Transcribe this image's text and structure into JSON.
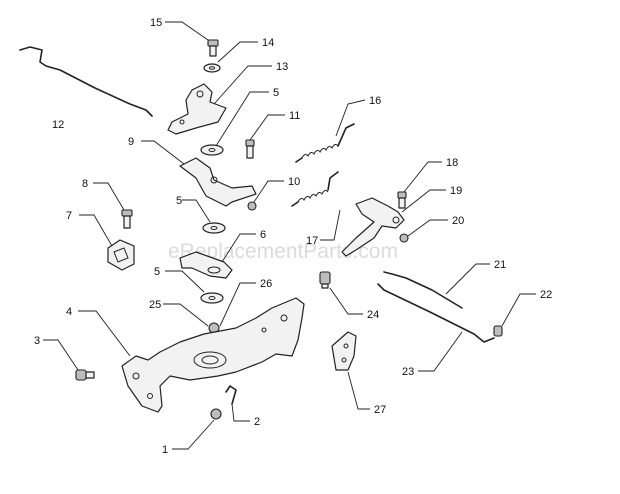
{
  "watermark": "eReplacementParts.com",
  "callouts": {
    "c1": "1",
    "c2": "2",
    "c3": "3",
    "c4": "4",
    "c5a": "5",
    "c5b": "5",
    "c5c": "5",
    "c6": "6",
    "c7": "7",
    "c8": "8",
    "c9": "9",
    "c10": "10",
    "c11": "11",
    "c12": "12",
    "c13": "13",
    "c14": "14",
    "c15": "15",
    "c16": "16",
    "c17": "17",
    "c18": "18",
    "c19": "19",
    "c20": "20",
    "c21": "21",
    "c22": "22",
    "c23": "23",
    "c24": "24",
    "c25": "25",
    "c26": "26",
    "c27": "27"
  },
  "colors": {
    "line": "#222222",
    "fill": "#f2f2f2",
    "background": "#ffffff"
  }
}
